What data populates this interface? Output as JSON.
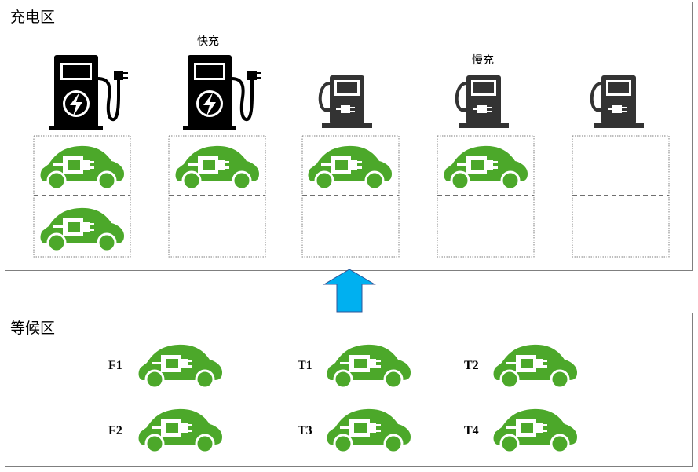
{
  "charging_area": {
    "title": "充电区",
    "fast_label": "快充",
    "slow_label": "慢充"
  },
  "waiting_area": {
    "title": "等候区",
    "cars": [
      "F1",
      "T1",
      "T2",
      "F2",
      "T3",
      "T4"
    ]
  },
  "colors": {
    "car_green": "#4ca82a",
    "pile_fast": "#000000",
    "pile_slow": "#333333",
    "arrow_fill": "#00b0f0",
    "border": "#7f7f7f"
  },
  "icons": [
    "fast-charger-icon",
    "slow-charger-icon",
    "electric-car-icon",
    "up-arrow-icon"
  ]
}
